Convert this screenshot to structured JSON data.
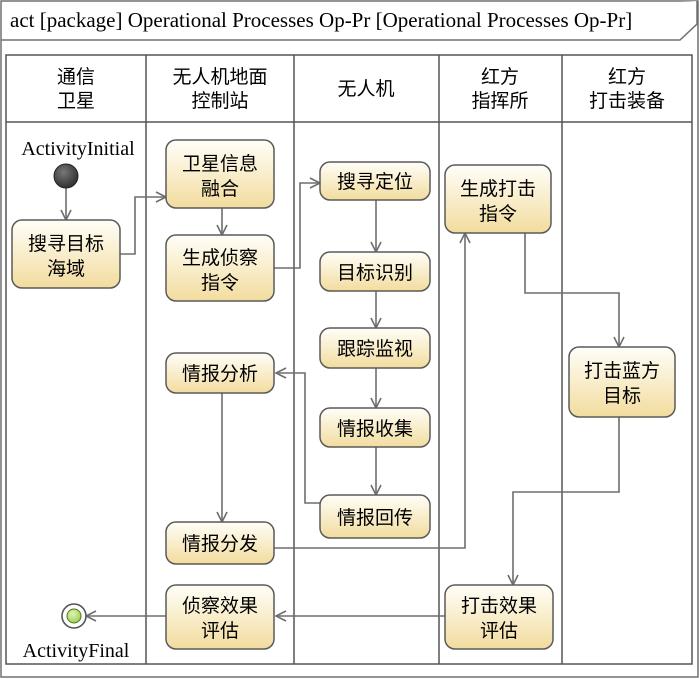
{
  "title": "act [package] Operational Processes Op-Pr [Operational Processes Op-Pr]",
  "lanes": [
    {
      "id": "l0",
      "lines": [
        "通信",
        "卫星"
      ]
    },
    {
      "id": "l1",
      "lines": [
        "无人机地面",
        "控制站"
      ]
    },
    {
      "id": "l2",
      "lines": [
        "无人机"
      ]
    },
    {
      "id": "l3",
      "lines": [
        "红方",
        "指挥所"
      ]
    },
    {
      "id": "l4",
      "lines": [
        "红方",
        "打击装备"
      ]
    }
  ],
  "initial": {
    "label": "ActivityInitial"
  },
  "final": {
    "label": "ActivityFinal"
  },
  "actions": [
    {
      "id": "n1",
      "lines": [
        "搜寻目标",
        "海域"
      ]
    },
    {
      "id": "n2",
      "lines": [
        "卫星信息",
        "融合"
      ]
    },
    {
      "id": "n3",
      "lines": [
        "生成侦察",
        "指令"
      ]
    },
    {
      "id": "n4",
      "lines": [
        "情报分析"
      ]
    },
    {
      "id": "n5",
      "lines": [
        "情报分发"
      ]
    },
    {
      "id": "n6",
      "lines": [
        "侦察效果",
        "评估"
      ]
    },
    {
      "id": "n7",
      "lines": [
        "搜寻定位"
      ]
    },
    {
      "id": "n8",
      "lines": [
        "目标识别"
      ]
    },
    {
      "id": "n9",
      "lines": [
        "跟踪监视"
      ]
    },
    {
      "id": "n10",
      "lines": [
        "情报收集"
      ]
    },
    {
      "id": "n11",
      "lines": [
        "情报回传"
      ]
    },
    {
      "id": "n12",
      "lines": [
        "生成打击",
        "指令"
      ]
    },
    {
      "id": "n13",
      "lines": [
        "打击蓝方",
        "目标"
      ]
    },
    {
      "id": "n14",
      "lines": [
        "打击效果",
        "评估"
      ]
    }
  ]
}
